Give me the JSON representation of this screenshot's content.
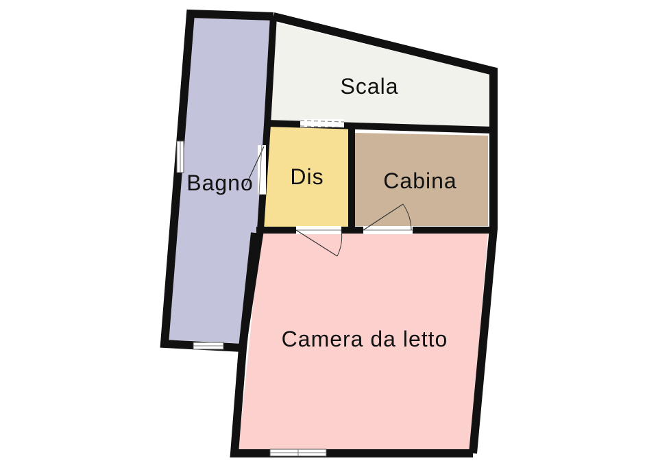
{
  "floorplan": {
    "rooms": [
      {
        "id": "scala",
        "label": "Scala",
        "fill": "#f2f2ec"
      },
      {
        "id": "bagno",
        "label": "Bagno",
        "fill": "#c3c3db"
      },
      {
        "id": "dis",
        "label": "Dis",
        "fill": "#f7e093"
      },
      {
        "id": "cabina",
        "label": "Cabina",
        "fill": "#cbb49a"
      },
      {
        "id": "camera",
        "label": "Camera da letto",
        "fill": "#fcd0cc"
      }
    ],
    "wall_color": "#111111"
  }
}
